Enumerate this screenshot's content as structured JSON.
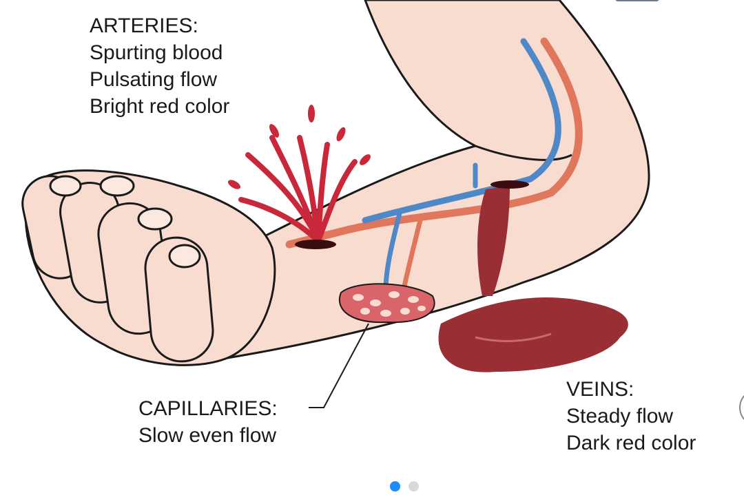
{
  "arteries": {
    "title": "ARTERIES:",
    "lines": [
      "Spurting blood",
      "Pulsating flow",
      "Bright red color"
    ]
  },
  "capillaries": {
    "title": "CAPILLARIES:",
    "lines": [
      "Slow even flow"
    ]
  },
  "veins": {
    "title": "VEINS:",
    "lines": [
      "Steady flow",
      "Dark red color"
    ]
  },
  "carousel": {
    "active_index": 0,
    "count": 2,
    "active_color": "#1a8cff",
    "inactive_color": "#d9d9d9"
  },
  "colors": {
    "skin": "#f7dccf",
    "artery_blood": "#c8283a",
    "vein_blood": "#9a2e35",
    "vein": "#4f88c6",
    "artery": "#e0775c"
  }
}
